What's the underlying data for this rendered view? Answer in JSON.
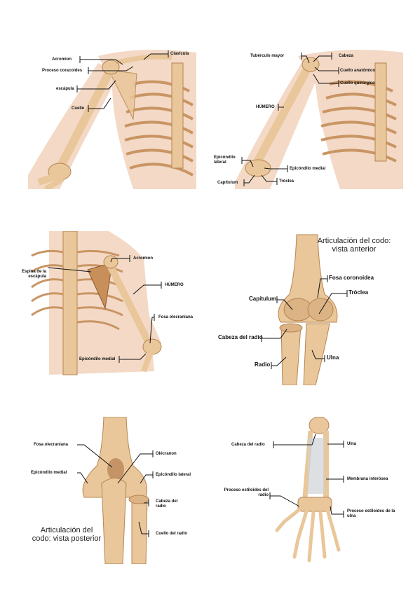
{
  "panel1": {
    "labels": {
      "acromion": "Acromion",
      "proceso_coracoides": "Proceso coracoides",
      "escapula": "escápula",
      "cuello": "Cuello",
      "clavicula": "Clavícula"
    }
  },
  "panel2": {
    "labels": {
      "tuberculo_mayor": "Tubérculo mayor",
      "cabeza": "Cabeza",
      "cuello_anatomico": "Cuello anatómico",
      "cuello_quirurgico": "Cuello quirúrgico",
      "humero": "HÚMERO",
      "epicondilo_lateral": "Epicóndilo lateral",
      "epicondilo_medial": "Epicóndilo medial",
      "capitulum": "Capítulum",
      "troclea": "Tróclea"
    }
  },
  "panel3": {
    "labels": {
      "espina_escapula": "Espina de la escápula",
      "acromion": "Acromion",
      "humero": "HÚMERO",
      "fosa_olecraniana": "Fosa olecraniana",
      "epicondilo_medial": "Epicóndilo medial"
    }
  },
  "panel4": {
    "title_line1": "Articulación del codo:",
    "title_line2": "vista anterior",
    "labels": {
      "fosa_coronoidea": "Fosa coronoidea",
      "troclea": "Tróclea",
      "capitulum": "Capítulum",
      "cabeza_radio": "Cabeza del radio",
      "ulna": "Ulna",
      "radio": "Radio"
    }
  },
  "panel5": {
    "title_line1": "Articulación del",
    "title_line2": "codo: vista posterior",
    "labels": {
      "fosa_olecraniana": "Fosa olecraniana",
      "olecranon": "Olécranon",
      "epicondilo_medial": "Epicóndilo medial",
      "epicondilo_lateral": "Epicóndilo lateral",
      "cabeza_radio": "Cabeza del radio",
      "cuello_radio": "Cuello del radio"
    }
  },
  "panel6": {
    "labels": {
      "cabeza_radio": "Cabeza del radio",
      "ulna": "Ulna",
      "membrana_interosea": "Membrana interósea",
      "proceso_estiloides_radio": "Proceso estiloides del radio",
      "proceso_estiloides_ulna": "Proceso estiloides de la ulna"
    }
  },
  "colors": {
    "bone": "#e9c79a",
    "bone_dark": "#b78452",
    "skin": "#f3d9c6",
    "leader": "#111111"
  }
}
